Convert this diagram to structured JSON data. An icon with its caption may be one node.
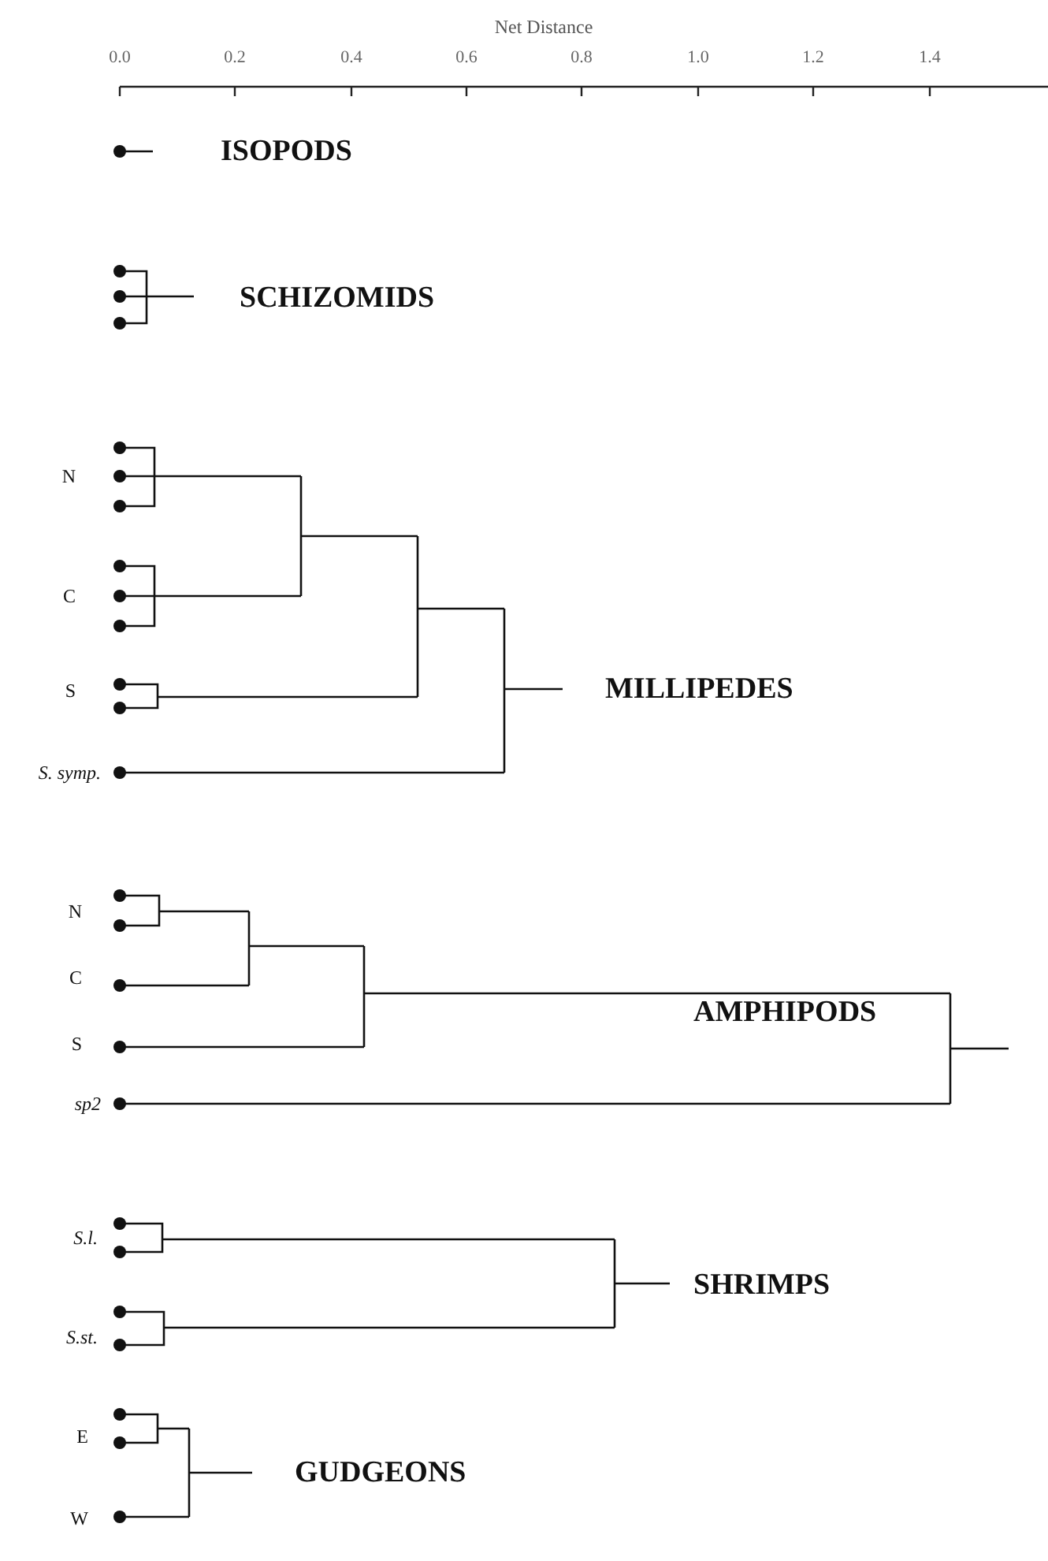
{
  "diagram": {
    "labels": [
      "Net Distance",
      "0.0",
      "0.2",
      "0.4",
      "0.6",
      "0.8",
      "1.0",
      "1.2",
      "1.4",
      "ISOPODS",
      "SCHIZOMIDS",
      "N",
      "C",
      "S",
      "MILLIPEDES",
      "S. symp.",
      "N",
      "C",
      "S",
      "AMPHIPODS",
      "sp2",
      "S.l.",
      "SHRIMPS",
      "S.st.",
      "E",
      "GUDGEONS",
      "W"
    ]
  }
}
